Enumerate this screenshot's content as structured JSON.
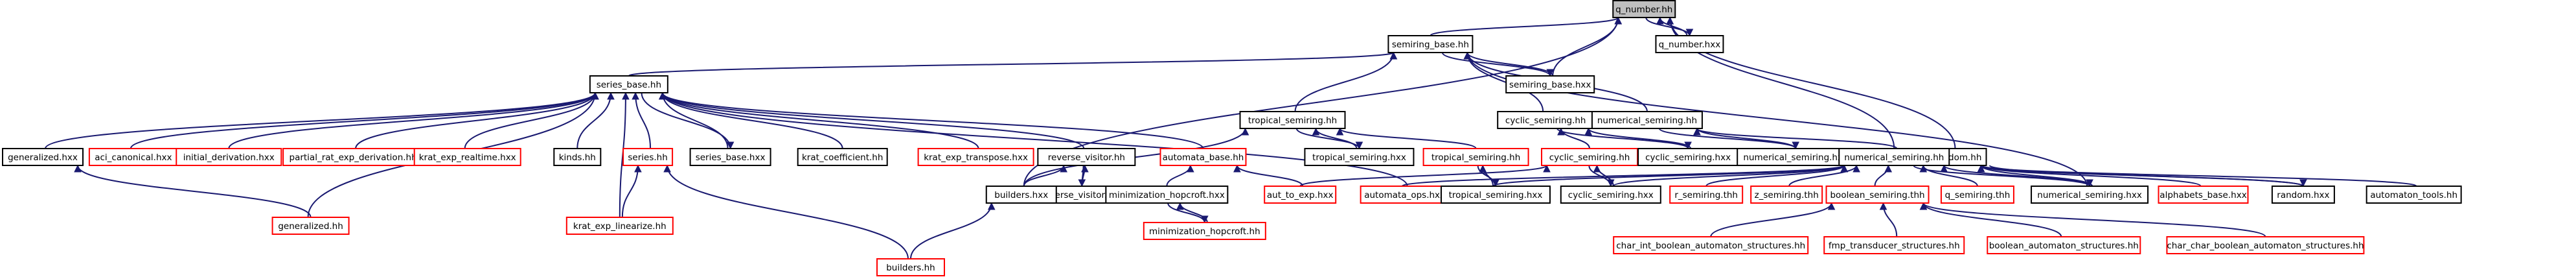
{
  "graph": {
    "edge_color": "#191970",
    "node_border_normal": "#000000",
    "node_border_no_docs": "#ff0000",
    "root_fill": "#bfbfbf",
    "nodes": [
      {
        "id": "q_number_hh",
        "label": "q_number.hh",
        "style": "root"
      },
      {
        "id": "q_number_hxx",
        "label": "q_number.hxx",
        "style": "black"
      },
      {
        "id": "semiring_base_hh",
        "label": "semiring_base.hh",
        "style": "black"
      },
      {
        "id": "semiring_base_hxx",
        "label": "semiring_base.hxx",
        "style": "black"
      },
      {
        "id": "random_hh",
        "label": "random.hh",
        "style": "black"
      },
      {
        "id": "series_base_hh",
        "label": "series_base.hh",
        "style": "black"
      },
      {
        "id": "tropical_semiring_hh",
        "label": "tropical_semiring.hh",
        "style": "black"
      },
      {
        "id": "cyclic_semiring_hh",
        "label": "cyclic_semiring.hh",
        "style": "black"
      },
      {
        "id": "numerical_semiring_hh",
        "label": "numerical_semiring.hh",
        "style": "black"
      },
      {
        "id": "generalized_hxx",
        "label": "generalized.hxx",
        "style": "black"
      },
      {
        "id": "aci_canonical_hxx",
        "label": "aci_canonical.hxx",
        "style": "red"
      },
      {
        "id": "initial_derivation_hxx",
        "label": "initial_derivation.hxx",
        "style": "red"
      },
      {
        "id": "partial_rat_exp_derivation_hh",
        "label": "partial_rat_exp_derivation.hh",
        "style": "red"
      },
      {
        "id": "krat_exp_realtime_hxx",
        "label": "krat_exp_realtime.hxx",
        "style": "red"
      },
      {
        "id": "kinds_hh",
        "label": "kinds.hh",
        "style": "black"
      },
      {
        "id": "series_hh",
        "label": "series.hh",
        "style": "red"
      },
      {
        "id": "series_base_hxx",
        "label": "series_base.hxx",
        "style": "black"
      },
      {
        "id": "krat_coefficient_hh",
        "label": "krat_coefficient.hh",
        "style": "black"
      },
      {
        "id": "krat_exp_transpose_hxx",
        "label": "krat_exp_transpose.hxx",
        "style": "red"
      },
      {
        "id": "reverse_visitor_hh",
        "label": "reverse_visitor.hh",
        "style": "black"
      },
      {
        "id": "automata_base_hh",
        "label": "automata_base.hh",
        "style": "red"
      },
      {
        "id": "tropical_semiring_hxx_a",
        "label": "tropical_semiring.hxx",
        "style": "black"
      },
      {
        "id": "tropical_semiring_hh_r",
        "label": "tropical_semiring.hh",
        "style": "red"
      },
      {
        "id": "cyclic_semiring_hh_r",
        "label": "cyclic_semiring.hh",
        "style": "red"
      },
      {
        "id": "cyclic_semiring_hxx_a",
        "label": "cyclic_semiring.hxx",
        "style": "black"
      },
      {
        "id": "numerical_semiring_hxx_a",
        "label": "numerical_semiring.hxx",
        "style": "black"
      },
      {
        "id": "numerical_semiring_hh_r",
        "label": "numerical_semiring.hh",
        "style": "black"
      },
      {
        "id": "generalized_hh",
        "label": "generalized.hh",
        "style": "red"
      },
      {
        "id": "krat_exp_linearize_hh",
        "label": "krat_exp_linearize.hh",
        "style": "red"
      },
      {
        "id": "reverse_visitor_hxx",
        "label": "reverse_visitor.hxx",
        "style": "black"
      },
      {
        "id": "builders_hxx",
        "label": "builders.hxx",
        "style": "black"
      },
      {
        "id": "minimization_hopcroft_hxx",
        "label": "minimization_hopcroft.hxx",
        "style": "black"
      },
      {
        "id": "aut_to_exp_hxx",
        "label": "aut_to_exp.hxx",
        "style": "red"
      },
      {
        "id": "automata_ops_hxx",
        "label": "automata_ops.hxx",
        "style": "red"
      },
      {
        "id": "tropical_semiring_hxx_b",
        "label": "tropical_semiring.hxx",
        "style": "black"
      },
      {
        "id": "cyclic_semiring_hxx_b",
        "label": "cyclic_semiring.hxx",
        "style": "black"
      },
      {
        "id": "r_semiring_thh",
        "label": "r_semiring.thh",
        "style": "red"
      },
      {
        "id": "z_semiring_thh",
        "label": "z_semiring.thh",
        "style": "red"
      },
      {
        "id": "boolean_semiring_thh",
        "label": "boolean_semiring.thh",
        "style": "red"
      },
      {
        "id": "q_semiring_thh",
        "label": "q_semiring.thh",
        "style": "red"
      },
      {
        "id": "numerical_semiring_hxx_b",
        "label": "numerical_semiring.hxx",
        "style": "black"
      },
      {
        "id": "alphabets_base_hxx",
        "label": "alphabets_base.hxx",
        "style": "red"
      },
      {
        "id": "random_hxx",
        "label": "random.hxx",
        "style": "black"
      },
      {
        "id": "automaton_tools_hh",
        "label": "automaton_tools.hh",
        "style": "black"
      },
      {
        "id": "builders_hh",
        "label": "builders.hh",
        "style": "red"
      },
      {
        "id": "minimization_hopcroft_hh",
        "label": "minimization_hopcroft.hh",
        "style": "red"
      },
      {
        "id": "char_int_boolean_automaton_structures_hh",
        "label": "char_int_boolean_automaton_structures.hh",
        "style": "red"
      },
      {
        "id": "fmp_transducer_structures_hh",
        "label": "fmp_transducer_structures.hh",
        "style": "red"
      },
      {
        "id": "boolean_automaton_structures_hh",
        "label": "boolean_automaton_structures.hh",
        "style": "red"
      },
      {
        "id": "char_char_boolean_automaton_structures_hh",
        "label": "char_char_boolean_automaton_structures.hh",
        "style": "red"
      }
    ],
    "edges": [
      [
        "q_number_hxx",
        "q_number_hh"
      ],
      [
        "semiring_base_hh",
        "q_number_hh"
      ],
      [
        "semiring_base_hxx",
        "q_number_hh"
      ],
      [
        "random_hh",
        "q_number_hh"
      ],
      [
        "numerical_semiring_hh_r",
        "q_number_hh"
      ],
      [
        "builders_hxx",
        "q_number_hh"
      ],
      [
        "q_number_hh",
        "q_number_hxx"
      ],
      [
        "series_base_hh",
        "semiring_base_hh"
      ],
      [
        "tropical_semiring_hh",
        "semiring_base_hh"
      ],
      [
        "cyclic_semiring_hh",
        "semiring_base_hh"
      ],
      [
        "numerical_semiring_hh",
        "semiring_base_hh"
      ],
      [
        "semiring_base_hxx",
        "semiring_base_hh"
      ],
      [
        "numerical_semiring_hxx_b",
        "semiring_base_hh"
      ],
      [
        "semiring_base_hh",
        "semiring_base_hxx"
      ],
      [
        "generalized_hxx",
        "series_base_hh"
      ],
      [
        "aci_canonical_hxx",
        "series_base_hh"
      ],
      [
        "initial_derivation_hxx",
        "series_base_hh"
      ],
      [
        "partial_rat_exp_derivation_hh",
        "series_base_hh"
      ],
      [
        "krat_exp_realtime_hxx",
        "series_base_hh"
      ],
      [
        "kinds_hh",
        "series_base_hh"
      ],
      [
        "series_hh",
        "series_base_hh"
      ],
      [
        "series_base_hxx",
        "series_base_hh"
      ],
      [
        "krat_coefficient_hh",
        "series_base_hh"
      ],
      [
        "krat_exp_transpose_hxx",
        "series_base_hh"
      ],
      [
        "reverse_visitor_hh",
        "series_base_hh"
      ],
      [
        "automata_base_hh",
        "series_base_hh"
      ],
      [
        "automata_ops_hxx",
        "series_base_hh"
      ],
      [
        "generalized_hh",
        "series_base_hh"
      ],
      [
        "krat_exp_linearize_hh",
        "series_base_hh"
      ],
      [
        "series_base_hh",
        "series_base_hxx"
      ],
      [
        "tropical_semiring_hxx_a",
        "tropical_semiring_hh"
      ],
      [
        "tropical_semiring_hh_r",
        "tropical_semiring_hh"
      ],
      [
        "builders_hxx",
        "tropical_semiring_hh"
      ],
      [
        "tropical_semiring_hh",
        "tropical_semiring_hxx_a"
      ],
      [
        "cyclic_semiring_hh_r",
        "cyclic_semiring_hh"
      ],
      [
        "cyclic_semiring_hxx_a",
        "cyclic_semiring_hh"
      ],
      [
        "cyclic_semiring_hh",
        "cyclic_semiring_hxx_a"
      ],
      [
        "numerical_semiring_hxx_a",
        "numerical_semiring_hh"
      ],
      [
        "numerical_semiring_hh_r",
        "numerical_semiring_hh"
      ],
      [
        "numerical_semiring_hh",
        "numerical_semiring_hxx_a"
      ],
      [
        "generalized_hh",
        "generalized_hxx"
      ],
      [
        "krat_exp_linearize_hh",
        "series_hh"
      ],
      [
        "builders_hh",
        "series_hh"
      ],
      [
        "reverse_visitor_hxx",
        "reverse_visitor_hh"
      ],
      [
        "builders_hxx",
        "reverse_visitor_hh"
      ],
      [
        "reverse_visitor_hh",
        "reverse_visitor_hxx"
      ],
      [
        "minimization_hopcroft_hxx",
        "automata_base_hh"
      ],
      [
        "aut_to_exp_hxx",
        "automata_base_hh"
      ],
      [
        "tropical_semiring_hxx_b",
        "tropical_semiring_hh_r"
      ],
      [
        "tropical_semiring_hh_r",
        "tropical_semiring_hxx_b"
      ],
      [
        "cyclic_semiring_hxx_b",
        "cyclic_semiring_hh_r"
      ],
      [
        "cyclic_semiring_hh_r",
        "cyclic_semiring_hxx_b"
      ],
      [
        "aut_to_exp_hxx",
        "cyclic_semiring_hh_r"
      ],
      [
        "cyclic_semiring_hxx_b",
        "numerical_semiring_hh_r"
      ],
      [
        "tropical_semiring_hxx_b",
        "numerical_semiring_hh_r"
      ],
      [
        "r_semiring_thh",
        "numerical_semiring_hh_r"
      ],
      [
        "z_semiring_thh",
        "numerical_semiring_hh_r"
      ],
      [
        "boolean_semiring_thh",
        "numerical_semiring_hh_r"
      ],
      [
        "q_semiring_thh",
        "numerical_semiring_hh_r"
      ],
      [
        "numerical_semiring_hxx_b",
        "numerical_semiring_hh_r"
      ],
      [
        "automata_ops_hxx",
        "numerical_semiring_hh_r"
      ],
      [
        "numerical_semiring_hh_r",
        "numerical_semiring_hxx_b"
      ],
      [
        "numerical_semiring_hxx_b",
        "random_hh"
      ],
      [
        "alphabets_base_hxx",
        "random_hh"
      ],
      [
        "random_hxx",
        "random_hh"
      ],
      [
        "automaton_tools_hh",
        "random_hh"
      ],
      [
        "random_hh",
        "random_hxx"
      ],
      [
        "builders_hh",
        "builders_hxx"
      ],
      [
        "minimization_hopcroft_hh",
        "minimization_hopcroft_hxx"
      ],
      [
        "minimization_hopcroft_hxx",
        "minimization_hopcroft_hh"
      ],
      [
        "char_int_boolean_automaton_structures_hh",
        "boolean_semiring_thh"
      ],
      [
        "fmp_transducer_structures_hh",
        "boolean_semiring_thh"
      ],
      [
        "boolean_automaton_structures_hh",
        "boolean_semiring_thh"
      ],
      [
        "char_char_boolean_automaton_structures_hh",
        "boolean_semiring_thh"
      ]
    ]
  }
}
